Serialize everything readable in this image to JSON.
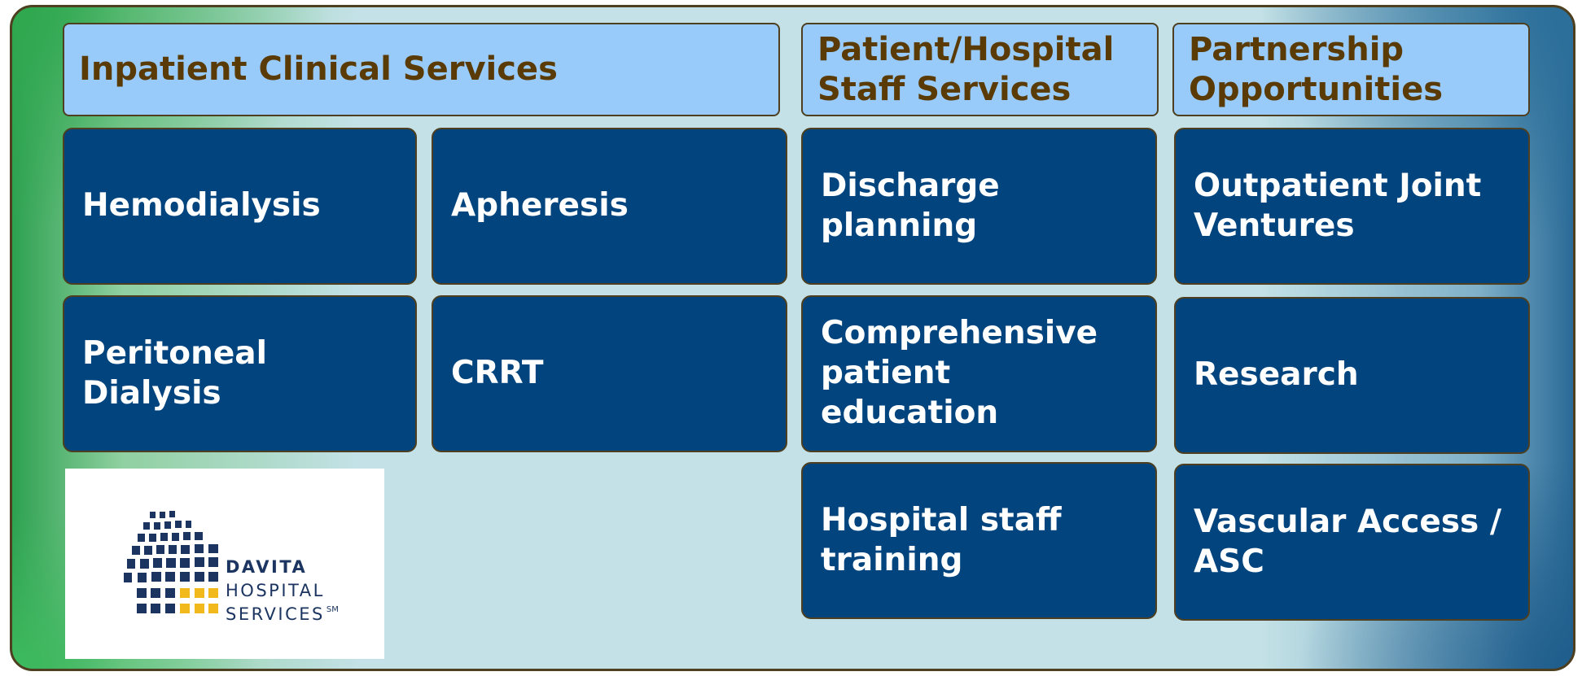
{
  "headers": {
    "inpatient": "Inpatient Clinical Services",
    "patient_staff": "Patient/Hospital\nStaff Services",
    "partnership": "Partnership\nOpportunities"
  },
  "inpatient_services": {
    "hemodialysis": "Hemodialysis",
    "apheresis": "Apheresis",
    "peritoneal": "Peritoneal\nDialysis",
    "crrt": "CRRT"
  },
  "patient_staff_services": {
    "discharge": "Discharge\nplanning",
    "education": "Comprehensive\npatient education",
    "training": "Hospital staff\ntraining"
  },
  "partnership_opportunities": {
    "joint_ventures": "Outpatient Joint\nVentures",
    "research": "Research",
    "vascular": "Vascular Access /\nASC"
  },
  "logo": {
    "line1": "DAVITA",
    "line2": "HOSPITAL",
    "line3": "SERVICES",
    "mark": "SM"
  },
  "colors": {
    "header_fill": "#99cbfa",
    "box_fill": "#01447e",
    "header_text": "#5a3b06",
    "logo_navy": "#1c3560",
    "logo_gold": "#f2b91d"
  }
}
